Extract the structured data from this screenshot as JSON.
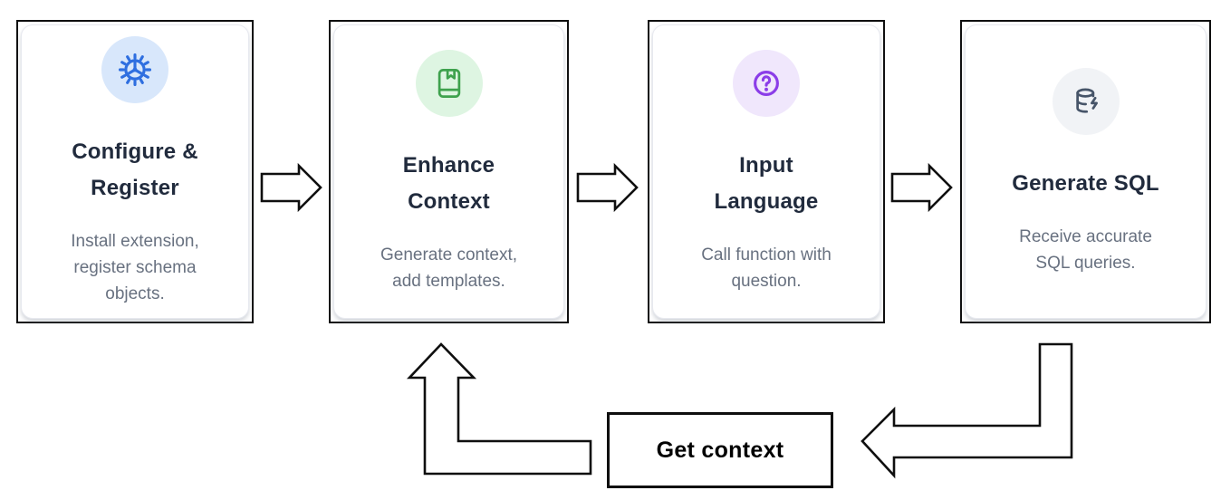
{
  "flow": {
    "steps": [
      {
        "title": "Configure &\nRegister",
        "description": "Install extension,\nregister schema\nobjects.",
        "icon": "gear-icon",
        "accent_color": "#2f6fe0",
        "icon_bg": "#d8e7fb"
      },
      {
        "title": "Enhance\nContext",
        "description": "Generate context,\nadd templates.",
        "icon": "book-bookmark-icon",
        "accent_color": "#3fa24e",
        "icon_bg": "#def5e2"
      },
      {
        "title": "Input\nLanguage",
        "description": "Call function with\nquestion.",
        "icon": "help-circle-icon",
        "accent_color": "#8b3de8",
        "icon_bg": "#f0e7fc"
      },
      {
        "title": "Generate SQL",
        "description": "Receive accurate\nSQL queries.",
        "icon": "database-zap-icon",
        "accent_color": "#475569",
        "icon_bg": "#f1f3f6"
      }
    ],
    "loop_label": "Get context",
    "colors": {
      "card_border": "#0f0f0f",
      "title_text": "#212b3d",
      "description_text": "#687180",
      "arrow_outline": "#0f0f0f"
    }
  }
}
